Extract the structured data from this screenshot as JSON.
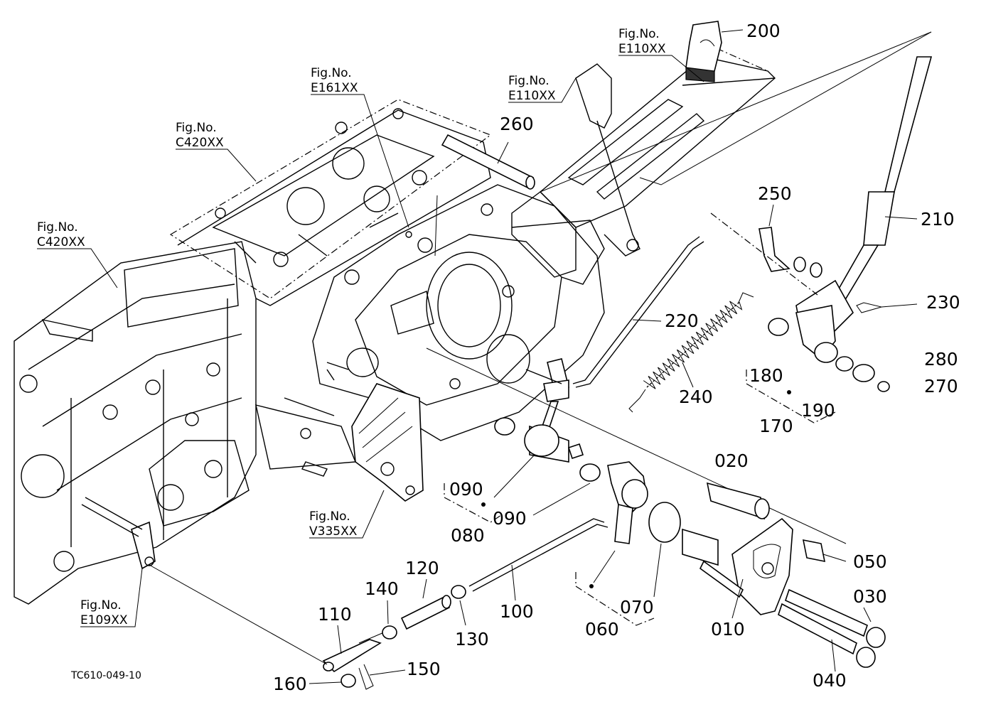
{
  "drawing_code": "TC610-049-10",
  "figure_references": [
    {
      "id": "c420-upper",
      "label": "Fig.No.",
      "code": "C420XX"
    },
    {
      "id": "c420-left",
      "label": "Fig.No.",
      "code": "C420XX"
    },
    {
      "id": "e161",
      "label": "Fig.No.",
      "code": "E161XX"
    },
    {
      "id": "e110-top",
      "label": "Fig.No.",
      "code": "E110XX"
    },
    {
      "id": "e110-mid",
      "label": "Fig.No.",
      "code": "E110XX"
    },
    {
      "id": "v335",
      "label": "Fig.No.",
      "code": "V335XX"
    },
    {
      "id": "e109",
      "label": "Fig.No.",
      "code": "E109XX"
    }
  ],
  "part_numbers": {
    "p010": "010",
    "p020": "020",
    "p030": "030",
    "p040": "040",
    "p050": "050",
    "p060": "060",
    "p070": "070",
    "p080": "080",
    "p090a": "090",
    "p090b": "090",
    "p100": "100",
    "p110": "110",
    "p120": "120",
    "p130": "130",
    "p140": "140",
    "p150": "150",
    "p160": "160",
    "p170": "170",
    "p180": "180",
    "p190": "190",
    "p200": "200",
    "p210": "210",
    "p220": "220",
    "p230": "230",
    "p240": "240",
    "p250": "250",
    "p260": "260",
    "p270": "270",
    "p280": "280"
  }
}
